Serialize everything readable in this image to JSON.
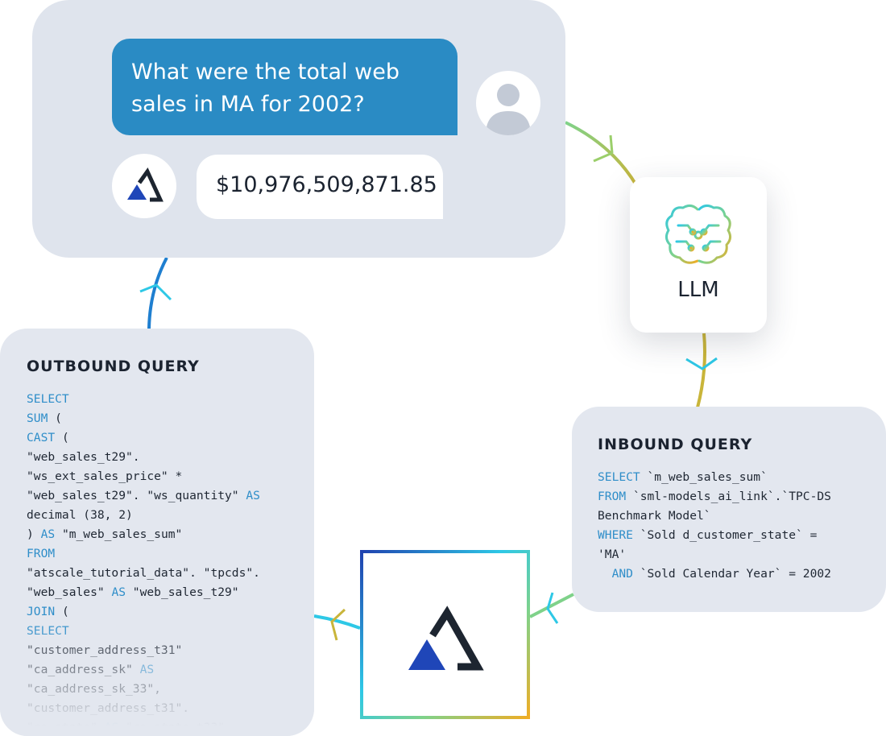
{
  "chat": {
    "question": "What were the total web\nsales in MA for 2002?",
    "answer": "$10,976,509,871.85"
  },
  "llm": {
    "label": "LLM"
  },
  "inbound": {
    "title": "INBOUND QUERY",
    "lines": [
      [
        {
          "t": "SELECT",
          "k": true
        },
        {
          "t": " `m_web_sales_sum`"
        }
      ],
      [
        {
          "t": "FROM",
          "k": true
        },
        {
          "t": " `sml-models_ai_link`.`TPC-DS"
        }
      ],
      [
        {
          "t": "Benchmark Model`"
        }
      ],
      [
        {
          "t": "WHERE",
          "k": true
        },
        {
          "t": " `Sold d_customer_state` ="
        }
      ],
      [
        {
          "t": "'MA'"
        }
      ],
      [
        {
          "t": "  "
        },
        {
          "t": "AND",
          "k": true
        },
        {
          "t": " `Sold Calendar Year` = 2002"
        }
      ]
    ]
  },
  "outbound": {
    "title": "OUTBOUND QUERY",
    "lines": [
      [
        {
          "t": "SELECT",
          "k": true
        }
      ],
      [
        {
          "t": "SUM",
          "k": true
        },
        {
          "t": " ("
        }
      ],
      [
        {
          "t": "CAST",
          "k": true
        },
        {
          "t": " ("
        }
      ],
      [
        {
          "t": "\"web_sales_t29\"."
        }
      ],
      [
        {
          "t": "\"ws_ext_sales_price\" *"
        }
      ],
      [
        {
          "t": "\"web_sales_t29\". \"ws_quantity\" "
        },
        {
          "t": "AS",
          "k": true
        }
      ],
      [
        {
          "t": "decimal (38, 2)"
        }
      ],
      [
        {
          "t": ") "
        },
        {
          "t": "AS",
          "k": true
        },
        {
          "t": " \"m_web_sales_sum\""
        }
      ],
      [
        {
          "t": "FROM",
          "k": true
        }
      ],
      [
        {
          "t": "\"atscale_tutorial_data\". \"tpcds\"."
        }
      ],
      [
        {
          "t": "\"web_sales\" "
        },
        {
          "t": "AS",
          "k": true
        },
        {
          "t": " \"web_sales_t29\""
        }
      ],
      [
        {
          "t": "JOIN",
          "k": true
        },
        {
          "t": " ("
        }
      ],
      [
        {
          "t": "SELECT",
          "k": true
        }
      ],
      [
        {
          "t": "\"customer_address_t31\""
        }
      ],
      [
        {
          "t": "\"ca_address_sk\" "
        },
        {
          "t": "AS",
          "k": true
        }
      ],
      [
        {
          "t": "\"ca_address_sk_33\","
        }
      ],
      [
        {
          "t": "\"customer_address_t31\"."
        }
      ],
      [
        {
          "t": "\"ca_state\" "
        },
        {
          "t": "AS",
          "k": true
        },
        {
          "t": " \"ca_state_t33\""
        }
      ]
    ]
  },
  "colors": {
    "chat_bubble": "#2a8bc4",
    "panel": "#dfe4ed",
    "keyword": "#2f8ec9",
    "brand_dark": "#1d2530",
    "brand_blue": "#1f46b8"
  }
}
